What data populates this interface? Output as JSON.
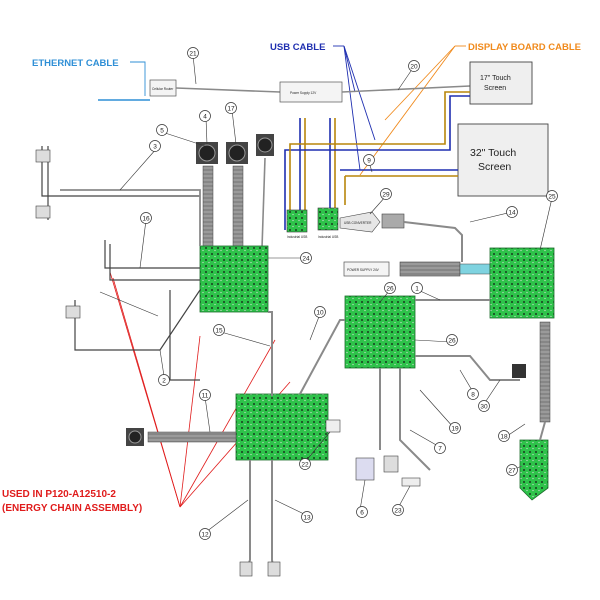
{
  "callouts": {
    "ethernet": "ETHERNET CABLE",
    "usb": "USB CABLE",
    "display": "DISPLAY BOARD CABLE",
    "used_in_1": "USED IN P120-A12510-2",
    "used_in_2": "(ENERGY CHAIN ASSEMBLY)"
  },
  "screens": {
    "small_1": "17\" Touch",
    "small_2": "Screen",
    "large_1": "32\" Touch",
    "large_2": "Screen"
  },
  "small_labels": {
    "cellular": "Cellular Router",
    "power_supply_12v": "Power Supply 12V",
    "power_supply_24v": "POWER SUPPLY 24V",
    "usb_hub": "USB CONVERTER",
    "industrial_1": "Industrial USB",
    "industrial_2": "Industrial USB"
  },
  "balloons": [
    "1",
    "2",
    "3",
    "4",
    "5",
    "6",
    "7",
    "8",
    "9",
    "10",
    "11",
    "12",
    "13",
    "14",
    "15",
    "16",
    "17",
    "18",
    "19",
    "20",
    "21",
    "22",
    "23",
    "24",
    "25",
    "26",
    "27",
    "29",
    "30"
  ],
  "colors": {
    "ethernet": "#2f8fd6",
    "usb": "#1f2fb0",
    "display": "#f08a1c",
    "used_in": "#e01b1b",
    "pcb": "#2ec24a",
    "cable": "#8a8a8a"
  }
}
